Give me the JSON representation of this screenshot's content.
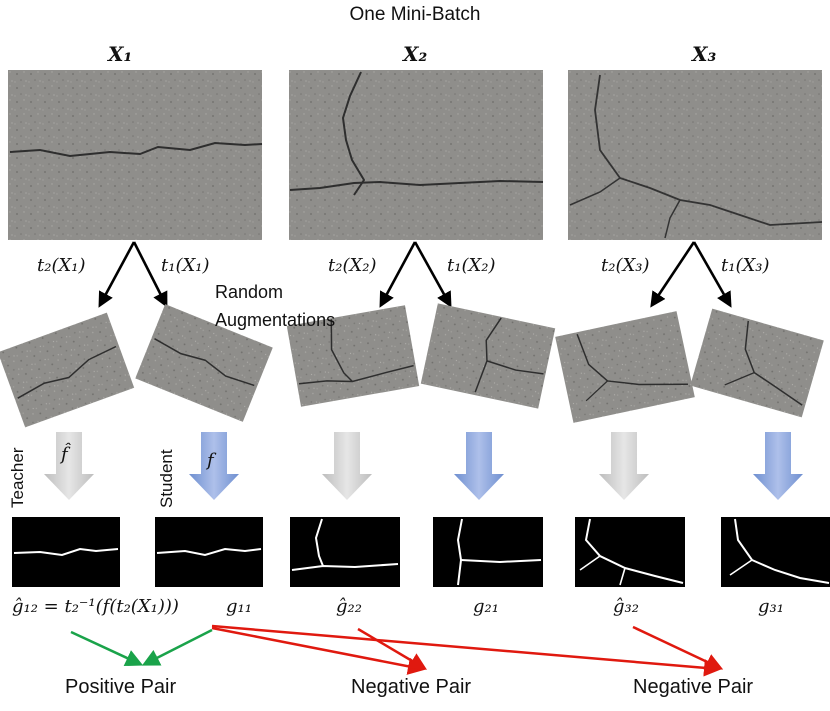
{
  "title": "One Mini-Batch",
  "inputs": [
    {
      "label": "X₁",
      "left_transform": "t₂(X₁)",
      "right_transform": "t₁(X₁)"
    },
    {
      "label": "X₂",
      "left_transform": "t₂(X₂)",
      "right_transform": "t₁(X₂)"
    },
    {
      "label": "X₃",
      "left_transform": "t₂(X₃)",
      "right_transform": "t₁(X₃)"
    }
  ],
  "random_aug_line1": "Random",
  "random_aug_line2": "Augmentations",
  "teacher_label": "Teacher",
  "student_label": "Student",
  "teacher_fn": "f̂",
  "student_fn": "f",
  "outputs": [
    "ĝ₁₂ = t₂⁻¹(f(t₂(X₁)))",
    "g₁₁",
    "ĝ₂₂",
    "g₂₁",
    "ĝ₃₂",
    "g₃₁"
  ],
  "pairs": {
    "positive": "Positive Pair",
    "negative1": "Negative Pair",
    "negative2": "Negative Pair"
  },
  "colors": {
    "teacher_arrow": "#c8c8c8",
    "student_arrow": "#7f9bd6",
    "positive": "#1aa34a",
    "negative": "#e0190f",
    "asphalt": "#8e8d8a"
  }
}
